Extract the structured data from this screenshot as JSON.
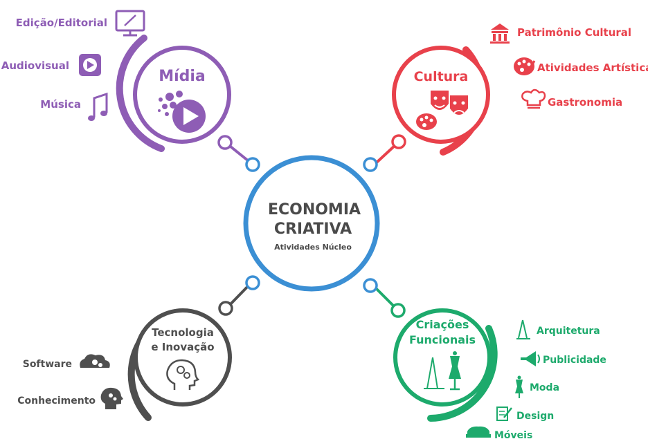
{
  "center": {
    "title_line1": "ECONOMIA",
    "title_line2": "CRIATIVA",
    "subtitle": "Atividades Núcleo"
  },
  "midia": {
    "title": "Mídia",
    "color": "#8E5DB5",
    "items": [
      "Edição/Editorial",
      "Audiovisual",
      "Música"
    ],
    "icons": [
      "monitor-pencil-icon",
      "play-icon",
      "music-note-icon"
    ]
  },
  "cultura": {
    "title": "Cultura",
    "color": "#E8414B",
    "items": [
      "Patrimônio Cultural",
      "Atividades Artísticas",
      "Gastronomia"
    ],
    "icons": [
      "museum-icon",
      "palette-icon",
      "chef-hat-icon"
    ]
  },
  "tecnologia": {
    "title_line1": "Tecnologia",
    "title_line2": "e Inovação",
    "color": "#4F4F4F",
    "items": [
      "Software",
      "Conhecimento"
    ],
    "icons": [
      "cloud-gear-icon",
      "head-gear-icon"
    ]
  },
  "criacoes": {
    "title_line1": "Criações",
    "title_line2": "Funcionais",
    "color": "#1DAA6C",
    "items": [
      "Arquitetura",
      "Publicidade",
      "Moda",
      "Design",
      "Móveis"
    ],
    "icons": [
      "compass-icon",
      "megaphone-icon",
      "dress-form-icon",
      "document-pencil-icon",
      "sofa-icon"
    ]
  },
  "colors": {
    "center": "#3B8FD4"
  }
}
